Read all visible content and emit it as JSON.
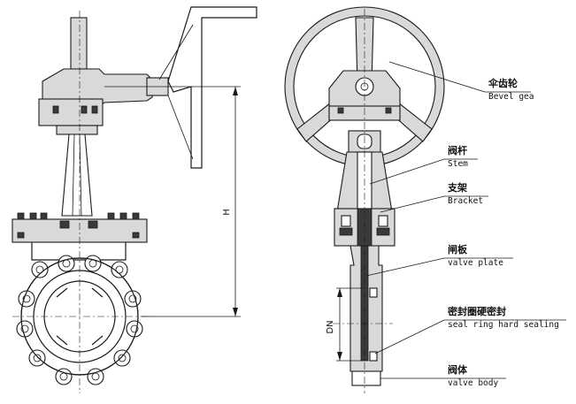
{
  "dimensions": {
    "height_label": "H",
    "nominal_diameter_label": "DN"
  },
  "callouts": [
    {
      "zh": "伞齿轮",
      "en": "Bevel gea"
    },
    {
      "zh": "阀杆",
      "en": "Stem"
    },
    {
      "zh": "支架",
      "en": "Bracket"
    },
    {
      "zh": "闸板",
      "en": "valve plate"
    },
    {
      "zh": "密封圈硬密封",
      "en": "seal ring hard sealing"
    },
    {
      "zh": "阀体",
      "en": "valve body"
    }
  ]
}
